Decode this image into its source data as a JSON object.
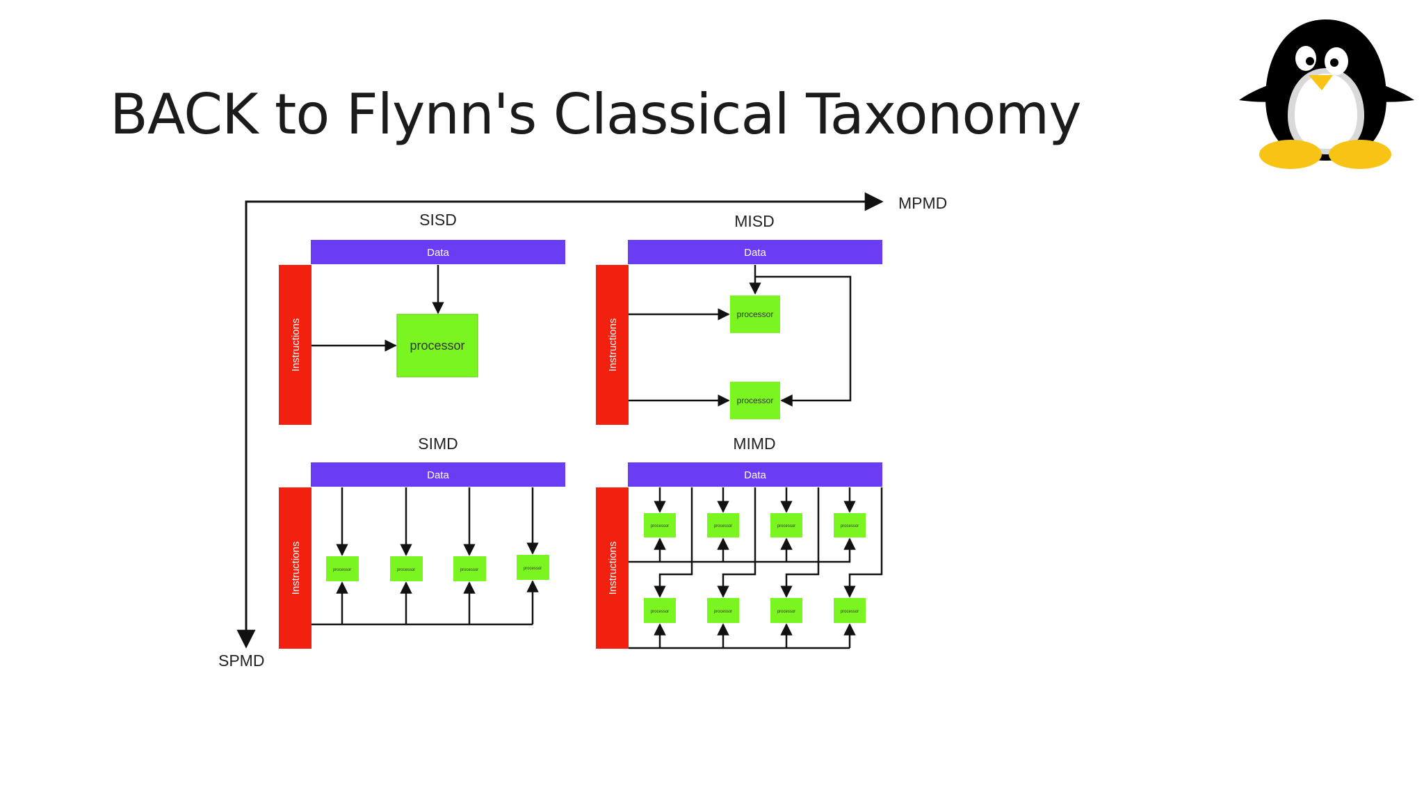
{
  "slide": {
    "title": "BACK to Flynn's Classical Taxonomy"
  },
  "axes": {
    "x_label": "MPMD",
    "y_label": "SPMD"
  },
  "quadrants": {
    "sisd": {
      "title": "SISD",
      "data_label": "Data",
      "instructions_label": "Instructions",
      "processor_label": "processor",
      "processors": 1
    },
    "misd": {
      "title": "MISD",
      "data_label": "Data",
      "instructions_label": "Instructions",
      "processor_label": "processor",
      "processors": 2
    },
    "simd": {
      "title": "SIMD",
      "data_label": "Data",
      "instructions_label": "Instructions",
      "processor_label": "processor",
      "processors": 4
    },
    "mimd": {
      "title": "MIMD",
      "data_label": "Data",
      "instructions_label": "Instructions",
      "processor_label": "processor",
      "processors": 8
    }
  },
  "colors": {
    "data_bar": "#6a3cf3",
    "instructions_bar": "#f2200f",
    "processor": "#7af51f",
    "connector": "#111111",
    "penguin_body": "#000000",
    "penguin_belly": "#d9d9d9",
    "penguin_beak": "#f7c315"
  },
  "logo": {
    "icon": "penguin-icon"
  }
}
